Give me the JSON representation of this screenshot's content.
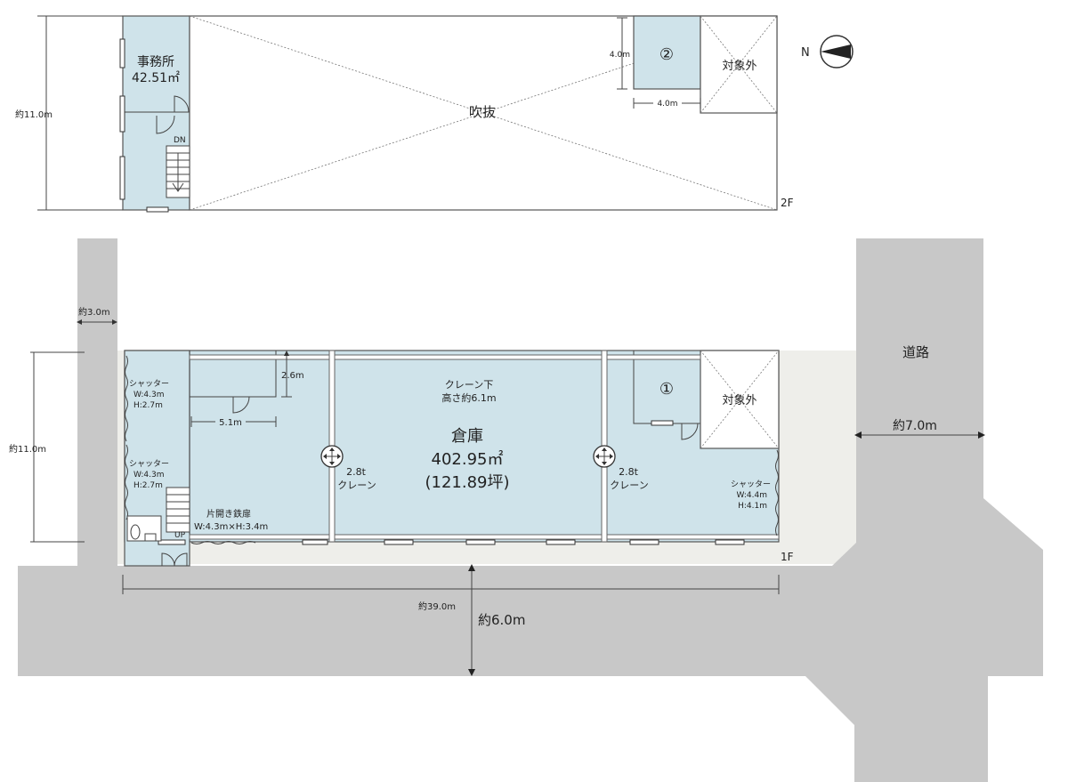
{
  "floor2": {
    "label": "2F",
    "office_name": "事務所",
    "office_area": "42.51㎡",
    "void_label": "吹抜",
    "room2_marker": "②",
    "room2_height": "4.0m",
    "room2_width": "4.0m",
    "excluded": "対象外",
    "height_dim": "約11.0m",
    "stair_label": "DN"
  },
  "floor1": {
    "label": "1F",
    "warehouse_name": "倉庫",
    "warehouse_area": "402.95㎡",
    "warehouse_tsubo": "(121.89坪)",
    "crane_note_1": "クレーン下",
    "crane_note_2": "高さ約6.1m",
    "crane_left_capacity": "2.8t",
    "crane_left_label": "クレーン",
    "crane_right_capacity": "2.8t",
    "crane_right_label": "クレーン",
    "shutter_a": [
      "シャッター",
      "W:4.3m",
      "H:2.7m"
    ],
    "shutter_b": [
      "シャッター",
      "W:4.3m",
      "H:2.7m"
    ],
    "shutter_c": [
      "シャッター",
      "W:4.4m",
      "H:4.1m"
    ],
    "door_label": "片開き鉄扉",
    "door_size": "W:4.3m×H:3.4m",
    "room1_marker": "①",
    "excluded": "対象外",
    "dim_2_6": "2.6m",
    "dim_5_1": "5.1m",
    "dim_left_height": "約11.0m",
    "dim_gap": "約3.0m",
    "dim_length": "約39.0m",
    "dim_front_road": "約6.0m",
    "dim_side_road": "約7.0m",
    "road_label": "道路",
    "stair_label": "UP"
  },
  "compass": {
    "label": "N"
  }
}
